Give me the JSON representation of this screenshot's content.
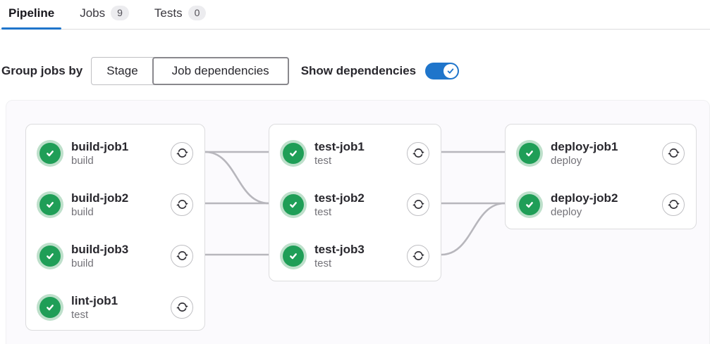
{
  "tabs": [
    {
      "label": "Pipeline",
      "active": true
    },
    {
      "label": "Jobs",
      "badge": "9"
    },
    {
      "label": "Tests",
      "badge": "0"
    }
  ],
  "controls": {
    "group_label": "Group jobs by",
    "group_options": [
      {
        "label": "Stage",
        "selected": false
      },
      {
        "label": "Job dependencies",
        "selected": true
      }
    ],
    "toggle_label": "Show dependencies",
    "toggle_state": "on"
  },
  "colors": {
    "accent": "#1f75cb",
    "success": "#1f9e57",
    "success-halo": "#bee0cb",
    "edge": "#b7b6bc"
  },
  "pipeline": {
    "columns": [
      {
        "jobs": [
          {
            "id": "build-job1",
            "name": "build-job1",
            "stage": "build",
            "status": "success"
          },
          {
            "id": "build-job2",
            "name": "build-job2",
            "stage": "build",
            "status": "success"
          },
          {
            "id": "build-job3",
            "name": "build-job3",
            "stage": "build",
            "status": "success"
          },
          {
            "id": "lint-job1",
            "name": "lint-job1",
            "stage": "test",
            "status": "success"
          }
        ]
      },
      {
        "jobs": [
          {
            "id": "test-job1",
            "name": "test-job1",
            "stage": "test",
            "status": "success"
          },
          {
            "id": "test-job2",
            "name": "test-job2",
            "stage": "test",
            "status": "success"
          },
          {
            "id": "test-job3",
            "name": "test-job3",
            "stage": "test",
            "status": "success"
          }
        ]
      },
      {
        "jobs": [
          {
            "id": "deploy-job1",
            "name": "deploy-job1",
            "stage": "deploy",
            "status": "success"
          },
          {
            "id": "deploy-job2",
            "name": "deploy-job2",
            "stage": "deploy",
            "status": "success"
          }
        ]
      }
    ],
    "edges": [
      [
        "build-job1",
        "test-job1"
      ],
      [
        "build-job1",
        "test-job2"
      ],
      [
        "build-job2",
        "test-job2"
      ],
      [
        "build-job3",
        "test-job3"
      ],
      [
        "test-job1",
        "deploy-job1"
      ],
      [
        "test-job2",
        "deploy-job2"
      ],
      [
        "test-job3",
        "deploy-job2"
      ]
    ]
  }
}
